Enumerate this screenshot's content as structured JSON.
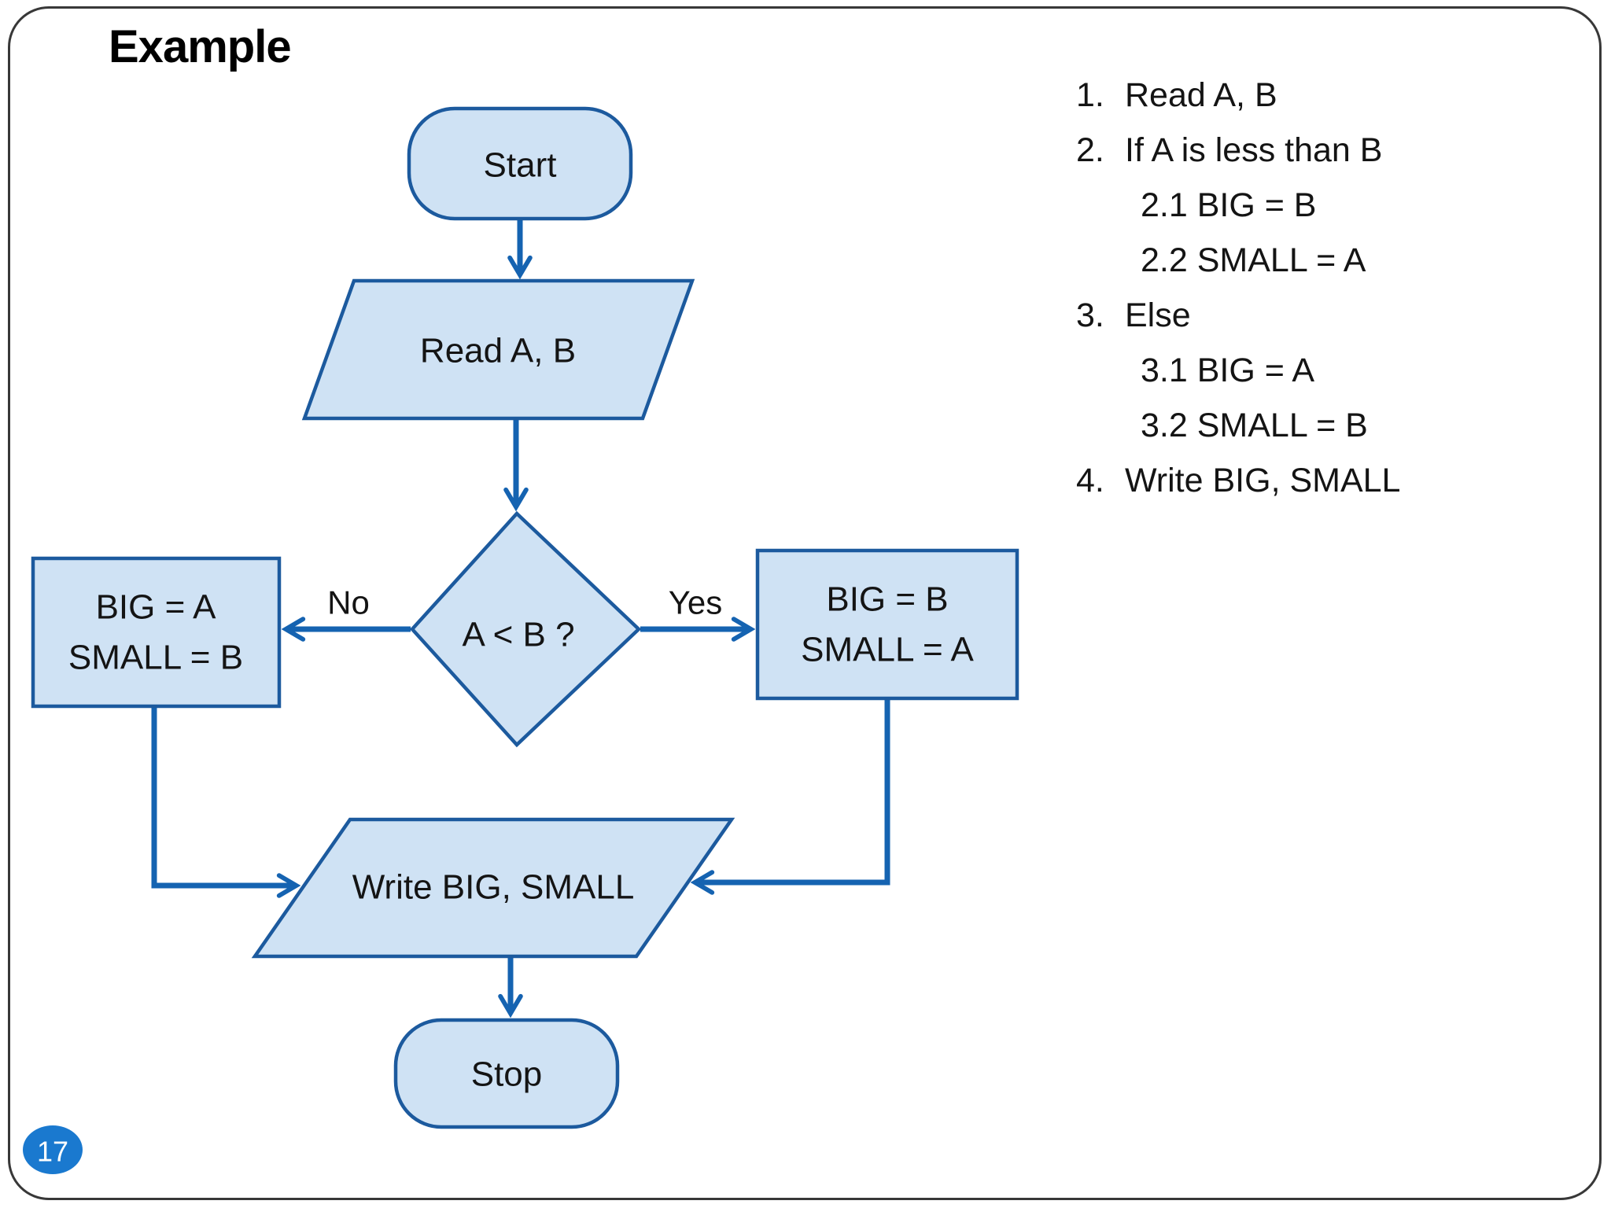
{
  "slide": {
    "title": "Example",
    "page_number": "17"
  },
  "flowchart": {
    "nodes": {
      "start": {
        "type": "terminator",
        "label": "Start"
      },
      "read": {
        "type": "input-output",
        "label": "Read A, B"
      },
      "decision": {
        "type": "decision",
        "label": "A < B ?"
      },
      "no_box": {
        "type": "process",
        "line1": "BIG = A",
        "line2": "SMALL = B"
      },
      "yes_box": {
        "type": "process",
        "line1": "BIG = B",
        "line2": "SMALL = A"
      },
      "write": {
        "type": "input-output",
        "label": "Write BIG, SMALL"
      },
      "stop": {
        "type": "terminator",
        "label": "Stop"
      }
    },
    "edge_labels": {
      "no": "No",
      "yes": "Yes"
    }
  },
  "pseudocode": {
    "items": [
      {
        "marker": "1.",
        "text": "Read A, B",
        "level": 0
      },
      {
        "marker": "2.",
        "text": "If A is less than B",
        "level": 0
      },
      {
        "marker": "",
        "text": "2.1 BIG = B",
        "level": 1
      },
      {
        "marker": "",
        "text": "2.2 SMALL = A",
        "level": 1
      },
      {
        "marker": "3.",
        "text": "Else",
        "level": 0
      },
      {
        "marker": "",
        "text": "3.1 BIG = A",
        "level": 1
      },
      {
        "marker": "",
        "text": "3.2 SMALL = B",
        "level": 1
      },
      {
        "marker": "4.",
        "text": "Write BIG, SMALL",
        "level": 0
      }
    ]
  },
  "theme": {
    "shape_fill": "#cfe2f4",
    "shape_stroke": "#1c5a9e",
    "arrow_color": "#1563b1",
    "badge_fill": "#1a79cf",
    "badge_text": "#ffffff",
    "text_color": "#141414",
    "border_color": "#383838",
    "background": "#ffffff"
  }
}
